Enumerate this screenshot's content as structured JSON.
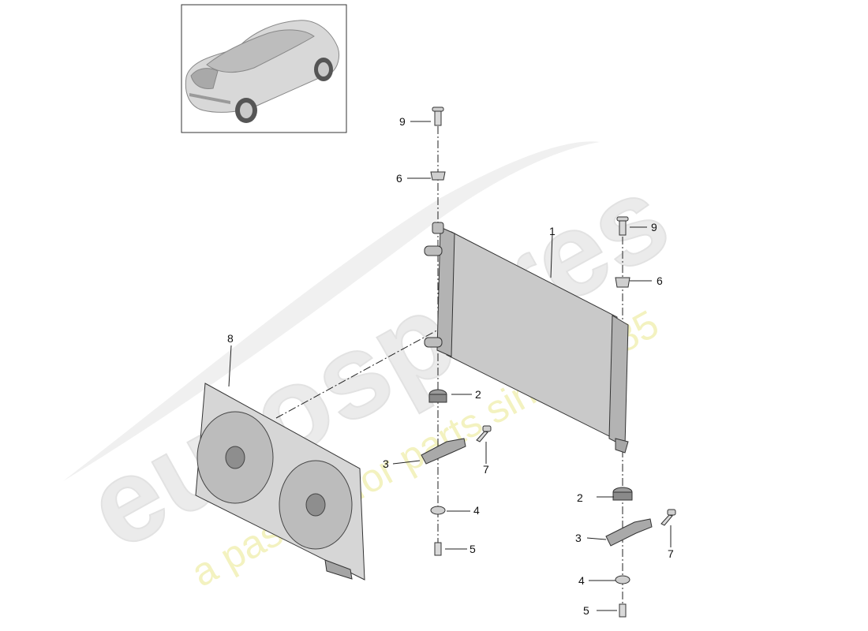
{
  "watermark": {
    "brand": "eurospares",
    "tagline": "a passion for parts since 1985"
  },
  "inset": {
    "icon": "car-suv-icon"
  },
  "callouts": [
    {
      "id": "c1",
      "number": "1"
    },
    {
      "id": "c2a",
      "number": "2"
    },
    {
      "id": "c2b",
      "number": "2"
    },
    {
      "id": "c3a",
      "number": "3"
    },
    {
      "id": "c3b",
      "number": "3"
    },
    {
      "id": "c4a",
      "number": "4"
    },
    {
      "id": "c4b",
      "number": "4"
    },
    {
      "id": "c5a",
      "number": "5"
    },
    {
      "id": "c5b",
      "number": "5"
    },
    {
      "id": "c6a",
      "number": "6"
    },
    {
      "id": "c6b",
      "number": "6"
    },
    {
      "id": "c7a",
      "number": "7"
    },
    {
      "id": "c7b",
      "number": "7"
    },
    {
      "id": "c8",
      "number": "8"
    },
    {
      "id": "c9a",
      "number": "9"
    },
    {
      "id": "c9b",
      "number": "9"
    }
  ],
  "colors": {
    "line": "#222222",
    "part_fill": "#cfcfcf",
    "part_dark": "#9a9a9a",
    "watermark_grey": "#e9e9e9",
    "watermark_yellow": "#f4f3c2"
  }
}
